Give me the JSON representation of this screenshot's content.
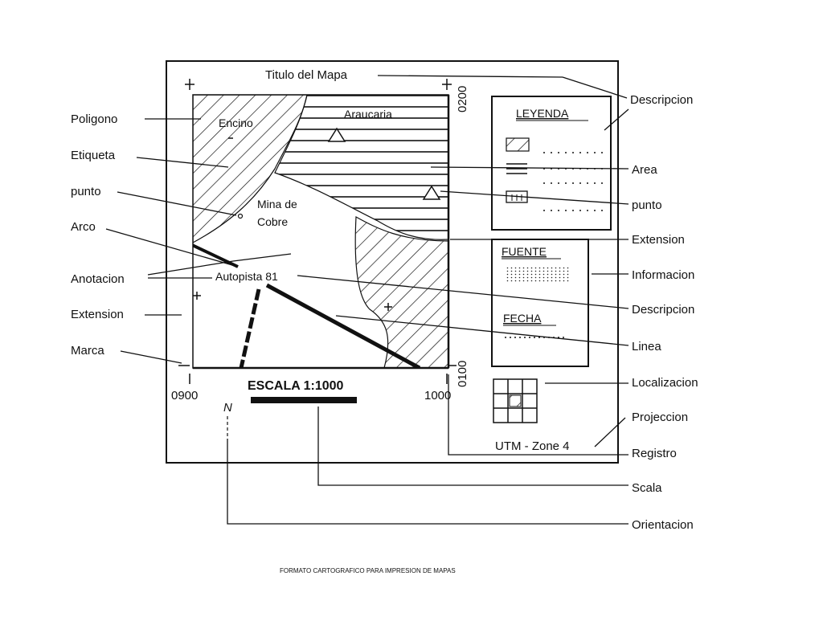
{
  "map": {
    "title": "Titulo del Mapa",
    "labels": {
      "encino": "Encino",
      "araucaria": "Araucaria",
      "mina_line1": "Mina de",
      "mina_line2": "Cobre",
      "highway": "Autopista 81"
    },
    "coords": {
      "left_bottom": "0900",
      "right_bottom": "1000",
      "right_top": "0200",
      "right_mid": "0100"
    },
    "scale": {
      "label": "ESCALA 1:1000"
    },
    "north": "N"
  },
  "panel": {
    "legend_title": "LEYENDA",
    "source_title": "FUENTE",
    "date_title": "FECHA",
    "projection_text": "UTM - Zone 4"
  },
  "callouts_left": [
    "Poligono",
    "Etiqueta",
    "punto",
    "Arco",
    "Anotacion",
    "Extension",
    "Marca"
  ],
  "callouts_right": [
    "Descripcion",
    "Area",
    "punto",
    "Extension",
    "Informacion",
    "Descripcion",
    "Linea",
    "Localizacion",
    "Projeccion",
    "Registro",
    "Scala",
    "Orientacion"
  ],
  "caption": "FORMATO CARTOGRAFICO PARA IMPRESION DE MAPAS"
}
